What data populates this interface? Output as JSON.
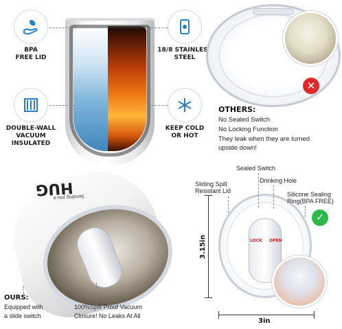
{
  "features": {
    "bpa": {
      "line1": "BPA",
      "line2": "FREE LID",
      "icon": "leaf-hand-icon"
    },
    "steel": {
      "line1": "18/8 STAINLESS",
      "line2": "STEEL",
      "icon": "phone-badge-icon"
    },
    "vacuum": {
      "line1": "DOUBLE-WALL",
      "line2": "VACUUM",
      "line3": "INSULATED",
      "icon": "insulation-layers-icon"
    },
    "temp": {
      "line1": "KEEP COLD",
      "line2": "OR HOT",
      "icon": "snowflake-icon"
    }
  },
  "others": {
    "title": "OTHERS:",
    "lines": [
      "No Sealed Switch",
      "No Locking Function",
      "They leak when they are turned",
      "upside down!"
    ]
  },
  "ours": {
    "title": "OURS:",
    "lines": [
      "Equipped with",
      "a slide switch"
    ],
    "spill_lines": [
      "100%Spill Proof Vacuum",
      "Closure! No Leaks At All"
    ]
  },
  "product_print": {
    "brand": "HUG",
    "tagline": "Sending you a"
  },
  "lid_diagram": {
    "sealed_switch": "Sealed Switch",
    "drinking_hole": "Drinking Hole",
    "sliding_lid_line1": "Sliding Spill",
    "sliding_lid_line2": "Resistant Lid",
    "silicone_line1": "Silicone Sealing",
    "silicone_line2": "Ring(BPA FREE)",
    "lock": "LOCK",
    "open": "OPEN",
    "height": "3.15in",
    "width": "3in"
  },
  "colors": {
    "accent": "#2a7fc1",
    "bad": "#e02a2a",
    "good": "#2db94a"
  }
}
